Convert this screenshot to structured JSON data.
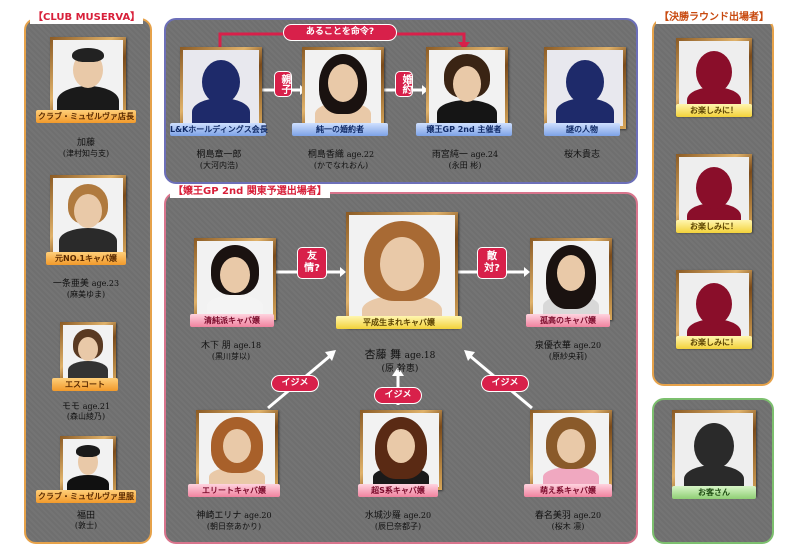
{
  "panels": {
    "club": "【CLUB MUSERVA】",
    "main": "【嬢王GP 2nd 関東予選出場者】",
    "final": "【決勝ラウンド出場者】"
  },
  "top_relation": "あることを命令?",
  "relations": {
    "parent_child": "親子",
    "engaged": "婚約",
    "friendship": "友情?",
    "rival": "敵対?",
    "bully1": "イジメ",
    "bully2": "イジメ",
    "bully3": "イジメ"
  },
  "club_people": [
    {
      "label": "クラブ・ミュゼルヴァ店長",
      "name": "加藤",
      "actor": "(津村知与支)"
    },
    {
      "label": "元NO.1キャバ嬢",
      "name": "一条亜美",
      "age": "age.23",
      "actor": "(麻美ゆま)"
    },
    {
      "label": "エスコート",
      "name": "モモ",
      "age": "age.21",
      "actor": "(森山綾乃)"
    },
    {
      "label": "クラブ・ミュゼルヴァ里服",
      "name": "福田",
      "actor": "(敦士)"
    }
  ],
  "top_people": [
    {
      "label": "L&Kホールディングス会長",
      "name": "桐島章一郎",
      "actor": "(大河内浩)"
    },
    {
      "label": "純一の婚約者",
      "name": "桐島香織",
      "age": "age.22",
      "actor": "(かでなれおん)"
    },
    {
      "label": "嬢王GP 2nd 主催者",
      "name": "雨宮純一",
      "age": "age.24",
      "actor": "(永田 彬)"
    },
    {
      "label": "謎の人物",
      "name": "桜木貴志",
      "actor": ""
    }
  ],
  "main_people": {
    "center": {
      "label": "平成生まれキャバ嬢",
      "name": "杏藤 舞",
      "age": "age.18",
      "actor": "(原 幹恵)"
    },
    "left": {
      "label": "清純派キャバ嬢",
      "name": "木下 朋",
      "age": "age.18",
      "actor": "(黒川芽以)"
    },
    "right": {
      "label": "孤高のキャバ嬢",
      "name": "泉優衣華",
      "age": "age.20",
      "actor": "(原紗央莉)"
    },
    "bottom_left": {
      "label": "エリートキャバ嬢",
      "name": "神崎エリナ",
      "age": "age.20",
      "actor": "(朝日奈あかり)"
    },
    "bottom_center": {
      "label": "超S系キャバ嬢",
      "name": "水城沙羅",
      "age": "age.20",
      "actor": "(辰巳奈都子)"
    },
    "bottom_right": {
      "label": "萌え系キャバ嬢",
      "name": "春名美羽",
      "age": "age.20",
      "actor": "(桜木 凛)"
    }
  },
  "finalists": [
    {
      "label": "お楽しみに！"
    },
    {
      "label": "お楽しみに！"
    },
    {
      "label": "お楽しみに！"
    }
  ],
  "guest": {
    "label": "お客さん"
  },
  "colors": {
    "relation_red": "#d8204a",
    "club_border": "#e6a24a",
    "top_border": "#6c6fb8",
    "main_border": "#d8748c",
    "guest_border": "#7cbf6e"
  }
}
